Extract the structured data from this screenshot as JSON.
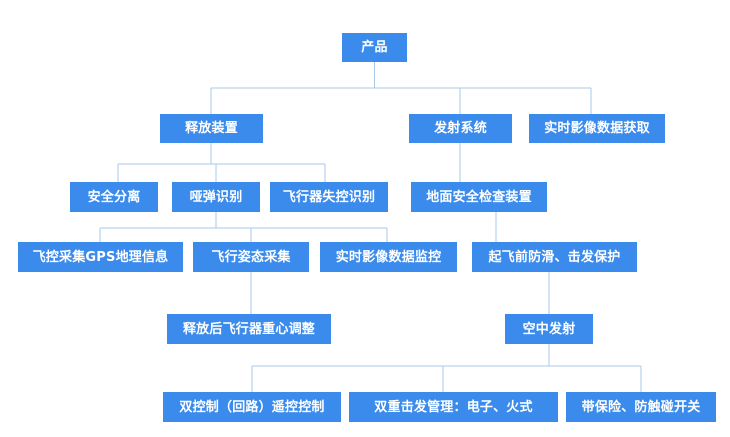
{
  "nodes": {
    "root": "产品",
    "release": "释放装置",
    "launch": "发射系统",
    "rt_image_acquisition": "实时影像数据获取",
    "safe_separation": "安全分离",
    "dud_identification": "哑弹识别",
    "loss_of_control_identification": "飞行器失控识别",
    "ground_safety_check": "地面安全检查装置",
    "gps_collection": "飞控采集GPS地理信息",
    "attitude_collection": "飞行姿态采集",
    "rt_image_monitoring": "实时影像数据监控",
    "anti_roll_protection": "起飞前防滑、击发保护",
    "cg_adjustment": "释放后飞行器重心调整",
    "in_air_launch": "空中发射",
    "dual_remote_control": "双控制（回路）遥控控制",
    "dual_fire_management": "双重击发管理：电子、火式",
    "safety_protection": "带保险、防触碰开关"
  },
  "colors": {
    "node_fill": "#3b8bec",
    "node_text": "#ffffff",
    "connector": "#a9c8e8",
    "background": "#ffffff"
  }
}
